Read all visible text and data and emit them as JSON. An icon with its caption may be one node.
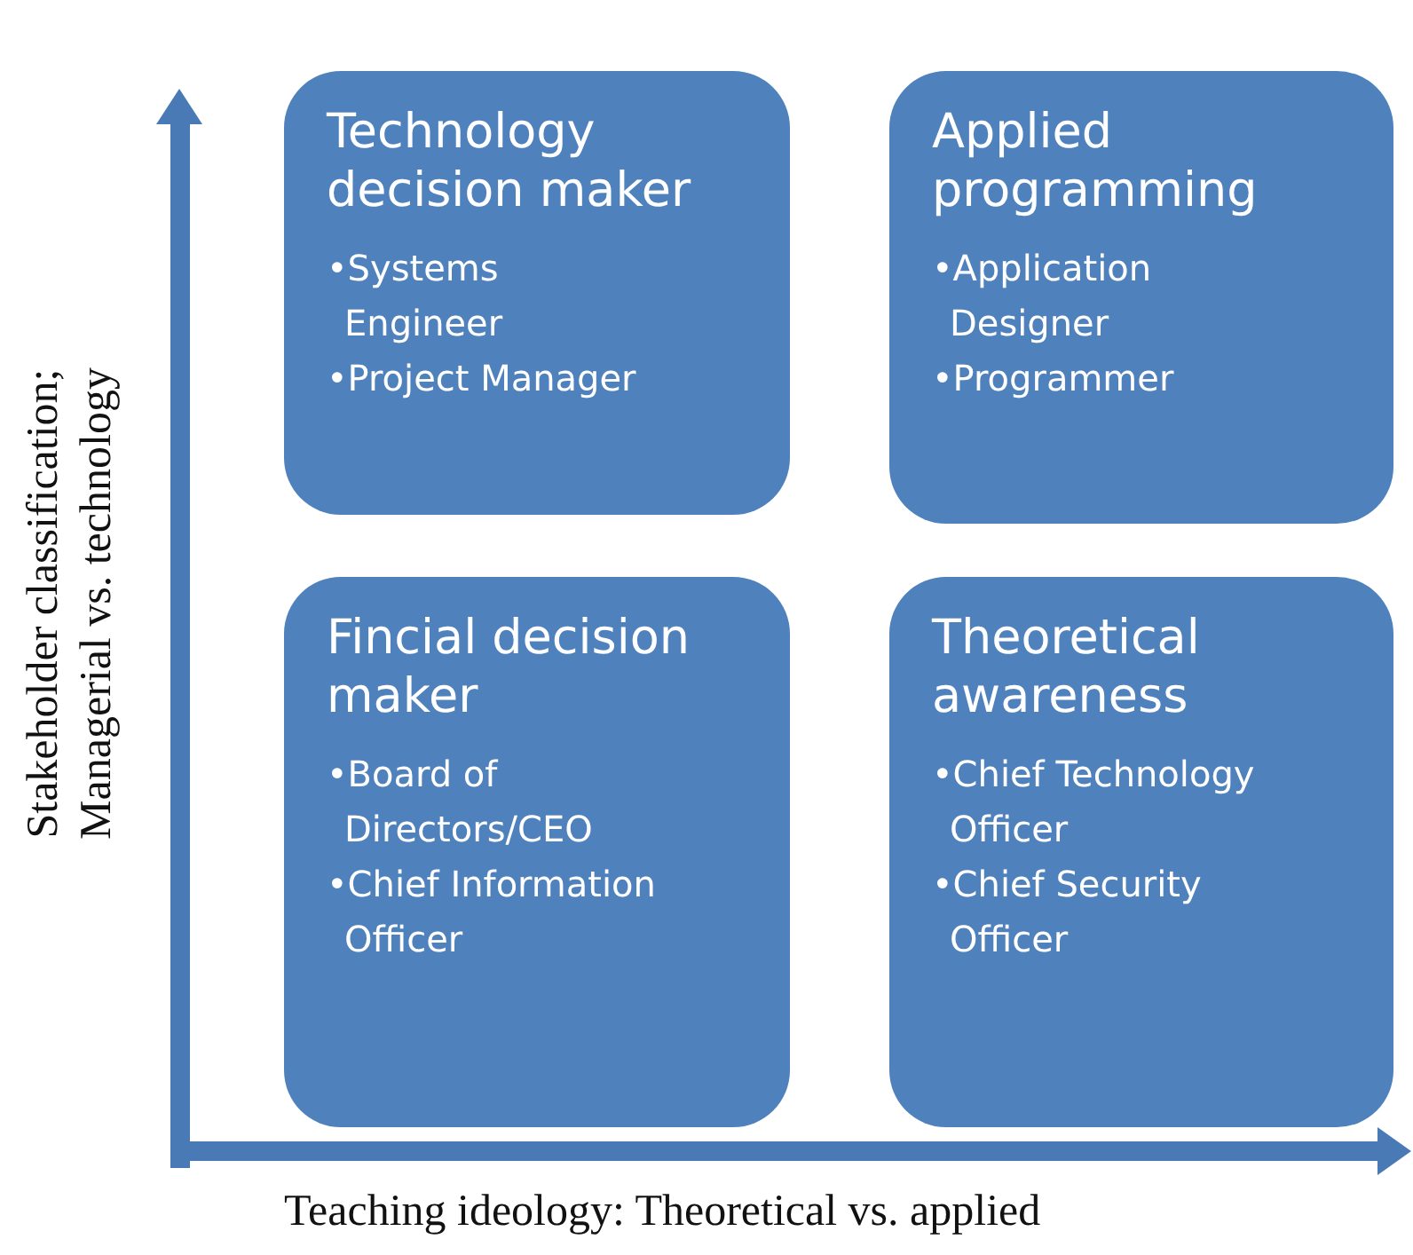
{
  "diagram": {
    "nodes": [
      {
        "text": [
          "Technology decision maker",
          "•Systems Engineer",
          "•Project Manager"
        ]
      },
      {
        "text": [
          "Applied programming",
          "•Application Designer",
          "•Programmer"
        ]
      },
      {
        "text": [
          "Fincial decision maker",
          "•Board of Directors/CEO",
          "•Chief Information Officer"
        ]
      },
      {
        "text": [
          "Theoretical awareness",
          "•Chief Technology Officer",
          "•Chief Security Officer"
        ]
      }
    ],
    "labels": [
      "Stakeholder classification; Managerial vs. technology",
      "Teaching ideology: Theoretical vs. applied"
    ]
  }
}
